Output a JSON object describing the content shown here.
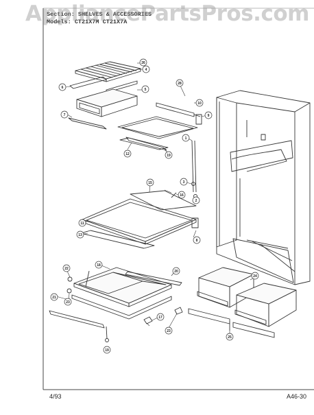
{
  "watermark": "AppliancePartsPros.com",
  "header": {
    "section_label": "Section:",
    "section_value": "SHELVES & ACCESSORIES",
    "models_label": "Models:",
    "models_value": "CT21X7M  CT21X7A"
  },
  "footer": {
    "date": "4/93",
    "page_code": "A46-30"
  },
  "callouts": [
    "26",
    "4",
    "6",
    "5",
    "7",
    "28",
    "10",
    "9",
    "12",
    "19",
    "1",
    "3",
    "2",
    "15",
    "16",
    "11",
    "13",
    "8",
    "22",
    "18",
    "20",
    "23",
    "21",
    "24",
    "17",
    "23",
    "25",
    "19"
  ]
}
